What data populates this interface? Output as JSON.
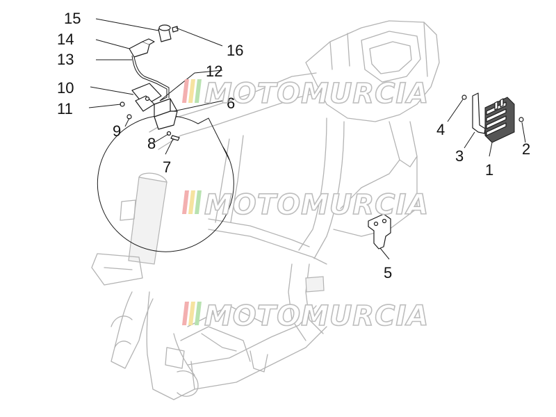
{
  "diagram": {
    "watermark_text": "MOTOMURCIA",
    "stripe_colors": [
      "#f3b0b0",
      "#f6e3a0",
      "#b8e2b0"
    ],
    "callouts": [
      {
        "id": "1",
        "label": "1"
      },
      {
        "id": "2",
        "label": "2"
      },
      {
        "id": "3",
        "label": "3"
      },
      {
        "id": "4",
        "label": "4"
      },
      {
        "id": "5",
        "label": "5"
      },
      {
        "id": "6",
        "label": "6"
      },
      {
        "id": "7",
        "label": "7"
      },
      {
        "id": "8",
        "label": "8"
      },
      {
        "id": "9",
        "label": "9"
      },
      {
        "id": "10",
        "label": "10"
      },
      {
        "id": "11",
        "label": "11"
      },
      {
        "id": "12",
        "label": "12"
      },
      {
        "id": "13",
        "label": "13"
      },
      {
        "id": "14",
        "label": "14"
      },
      {
        "id": "15",
        "label": "15"
      },
      {
        "id": "16",
        "label": "16"
      }
    ]
  }
}
